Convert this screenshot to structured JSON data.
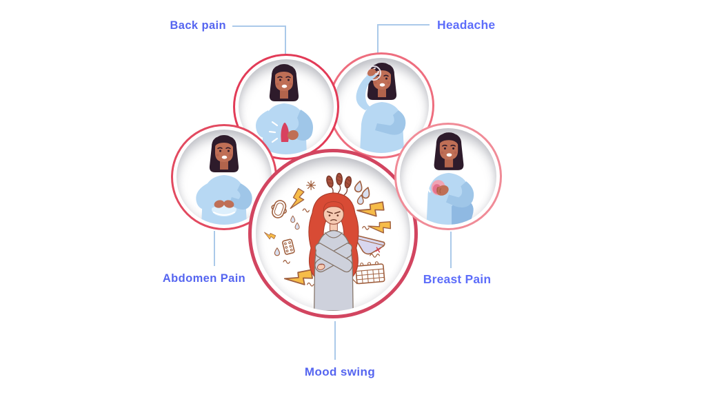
{
  "colors": {
    "label-primary": "#5565f0",
    "label-secondary": "#5d6dfa",
    "connector": "#aac9e9",
    "ring-back": "#e23b57",
    "ring-abdomen": "#e24a60",
    "ring-headache": "#ee6d7e",
    "ring-breast": "#f08b97",
    "ring-center": "#d24560"
  },
  "nodes": [
    {
      "id": "back-pain",
      "label": "Back pain",
      "illustration": "woman-holding-lower-back"
    },
    {
      "id": "headache",
      "label": "Headache",
      "illustration": "woman-hand-on-forehead-dizzy-spiral"
    },
    {
      "id": "abdomen-pain",
      "label": "Abdomen Pain",
      "illustration": "woman-holding-stomach"
    },
    {
      "id": "breast-pain",
      "label": "Breast Pain",
      "illustration": "woman-clutching-chest"
    },
    {
      "id": "mood-swing",
      "label": "Mood swing",
      "illustration": "angry-red-haired-woman-arms-crossed",
      "doodles": [
        "lightning-bolt",
        "tampon",
        "water-drop",
        "sanitary-pad",
        "pill-blister",
        "panties",
        "calendar",
        "squiggle",
        "sparkle"
      ]
    }
  ]
}
